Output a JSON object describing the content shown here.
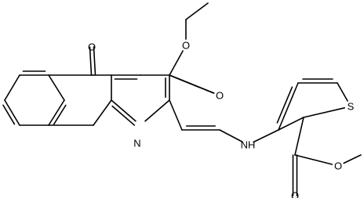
{
  "molecule": {
    "atoms": {
      "ketone_oxygen": "O",
      "ester_carbonyl_oxygen_top": "O",
      "ester_ether_oxygen_top": "O",
      "pyridine_nitrogen": "N",
      "amine": "NH",
      "thiophene_sulfur": "S",
      "ester_carbonyl_oxygen_bottom": "O",
      "ester_ether_oxygen_bottom": "O"
    },
    "colors": {
      "bond": "#000000",
      "label": "#000000",
      "background": "#ffffff"
    }
  }
}
